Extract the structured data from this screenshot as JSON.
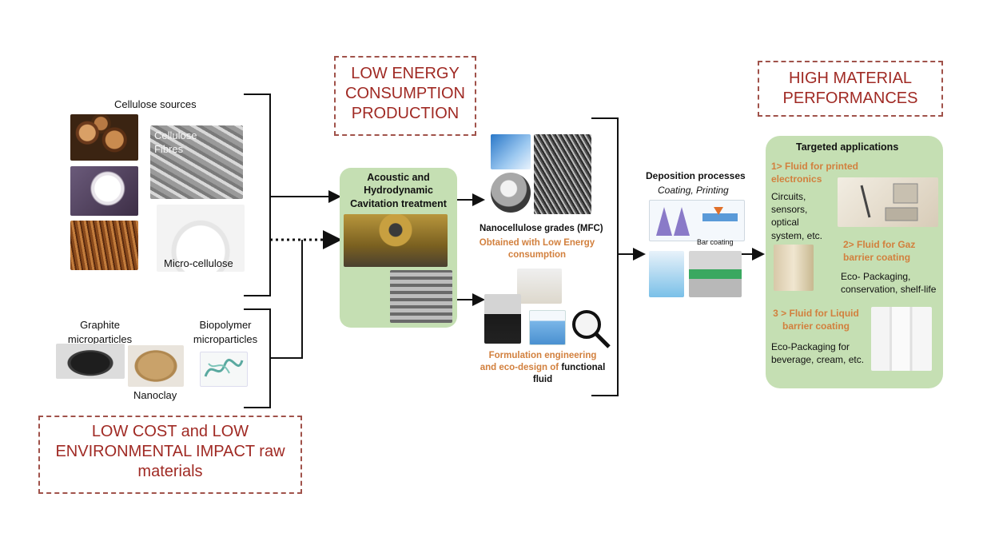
{
  "boxes": {
    "low_energy": "LOW ENERGY CONSUMPTION PRODUCTION",
    "high_perf": "HIGH MATERIAL PERFORMANCES",
    "low_cost": "LOW COST and LOW ENVIRONMENTAL IMPACT raw materials"
  },
  "raw": {
    "cellulose_sources": "Cellulose sources",
    "cellulose_fibres": "Cellulose Fibres",
    "micro_cellulose": "Micro-cellulose",
    "graphite": "Graphite microparticles",
    "biopolymer": "Biopolymer microparticles",
    "nanoclay": "Nanoclay"
  },
  "process": {
    "cavitation": "Acoustic and Hydrodynamic Cavitation treatment"
  },
  "outputs": {
    "nano_grades": "Nanocellulose grades (MFC)",
    "low_energy_note": "Obtained with Low Energy consumption",
    "formulation_a": "Formulation engineering",
    "formulation_b": "and eco-design of",
    "formulation_c": "functional",
    "formulation_d": "fluid"
  },
  "deposition": {
    "title": "Deposition processes",
    "subtitle": "Coating, Printing",
    "bar_coating": "Bar coating"
  },
  "applications": {
    "title": "Targeted applications",
    "app1_title": "1> Fluid for printed electronics",
    "app1_desc": "Circuits, sensors, optical system, etc.",
    "app2_title": "2> Fluid for Gaz barrier coating",
    "app2_desc": "Eco- Packaging, conservation, shelf-life",
    "app3_title": "3 > Fluid for Liquid barrier coating",
    "app3_desc": "Eco-Packaging for beverage, cream, etc."
  },
  "colors": {
    "dashed_border": "#a0524a",
    "dashed_text": "#a02a24",
    "green_panel": "#c5dfb3",
    "orange_text": "#d2803e"
  }
}
